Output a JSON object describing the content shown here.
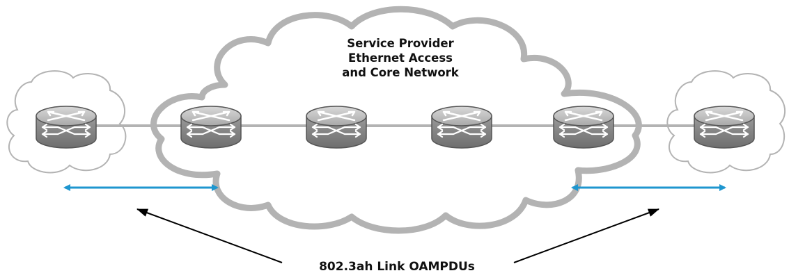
{
  "core_network": {
    "label_lines": [
      "Service Provider",
      "Ethernet Access",
      "and Core Network"
    ]
  },
  "oam_caption": "802.3ah Link OAMPDUs",
  "colors": {
    "cloud_stroke": "#b3b3b3",
    "link_line": "#b3b3b3",
    "oam_arrow": "#1e96cf",
    "pointer_arrow": "#000000",
    "router_top": "#c9c9c9",
    "router_side": "#8a8a8a"
  },
  "icons": {
    "router": "router-icon",
    "customer_cloud": "cloud-icon"
  },
  "routers": [
    {
      "id": "customer-left"
    },
    {
      "id": "provider-edge-left"
    },
    {
      "id": "provider-core-1"
    },
    {
      "id": "provider-core-2"
    },
    {
      "id": "provider-edge-right"
    },
    {
      "id": "customer-right"
    }
  ]
}
